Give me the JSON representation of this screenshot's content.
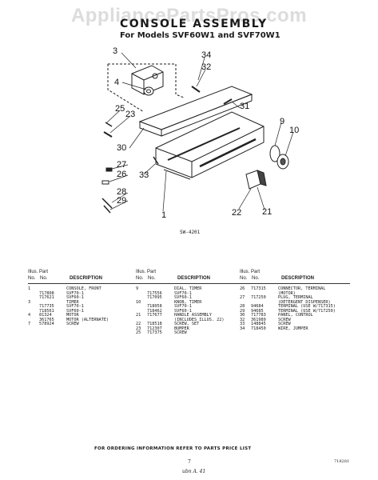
{
  "watermark": "AppliancePartsPros.com",
  "title": "CONSOLE ASSEMBLY",
  "subtitle": "For Models SVF60W1 and SVF70W1",
  "callouts": [
    {
      "id": "c3",
      "label": "3"
    },
    {
      "id": "c4",
      "label": "4"
    },
    {
      "id": "c34",
      "label": "34"
    },
    {
      "id": "c32",
      "label": "32"
    },
    {
      "id": "c25",
      "label": "25"
    },
    {
      "id": "c23",
      "label": "23"
    },
    {
      "id": "c31",
      "label": "31"
    },
    {
      "id": "c30",
      "label": "30"
    },
    {
      "id": "c9",
      "label": "9"
    },
    {
      "id": "c10",
      "label": "10"
    },
    {
      "id": "c27",
      "label": "27"
    },
    {
      "id": "c26",
      "label": "26"
    },
    {
      "id": "c33",
      "label": "33"
    },
    {
      "id": "c28",
      "label": "28"
    },
    {
      "id": "c29",
      "label": "29"
    },
    {
      "id": "c1",
      "label": "1"
    },
    {
      "id": "c22",
      "label": "22"
    },
    {
      "id": "c21",
      "label": "21"
    }
  ],
  "drawing_number": "SW-4201",
  "table_headers": {
    "illus": "Illus.",
    "part": "Part",
    "no1": "No.",
    "no2": "No.",
    "description": "DESCRIPTION"
  },
  "parts_columns": [
    [
      {
        "illus": "1",
        "part": "",
        "desc": "CONSOLE, FRONT"
      },
      {
        "illus": "",
        "part": "717808",
        "desc": "SVF70-1"
      },
      {
        "illus": "",
        "part": "717621",
        "desc": "SVF60-1"
      },
      {
        "illus": "3",
        "part": "",
        "desc": "TIMER"
      },
      {
        "illus": "",
        "part": "717735",
        "desc": "SVF70-1"
      },
      {
        "illus": "",
        "part": "718561",
        "desc": "SVF60-1"
      },
      {
        "illus": "4",
        "part": "81324",
        "desc": "MOTOR"
      },
      {
        "illus": "",
        "part": "361765",
        "desc": "MOTOR (ALTERNATE)"
      },
      {
        "illus": "7",
        "part": "578924",
        "desc": "SCREW"
      }
    ],
    [
      {
        "illus": "9",
        "part": "",
        "desc": "DIAL, TIMER"
      },
      {
        "illus": "",
        "part": "717556",
        "desc": "SVF70-1"
      },
      {
        "illus": "",
        "part": "717095",
        "desc": "SVF60-1"
      },
      {
        "illus": "10",
        "part": "",
        "desc": "KNOB, TIMER"
      },
      {
        "illus": "",
        "part": "718058",
        "desc": "SVF70-1"
      },
      {
        "illus": "",
        "part": "718462",
        "desc": "SVF60-1"
      },
      {
        "illus": "21",
        "part": "717677",
        "desc": "HANDLE ASSEMBLY"
      },
      {
        "illus": "",
        "part": "",
        "desc": "(INCLUDES ILLUS. 22)"
      },
      {
        "illus": "22",
        "part": "718518",
        "desc": "SCREW, SET"
      },
      {
        "illus": "23",
        "part": "712307",
        "desc": "BUMPER"
      },
      {
        "illus": "25",
        "part": "717375",
        "desc": "SCREW"
      }
    ],
    [
      {
        "illus": "26",
        "part": "717315",
        "desc": "CONNECTOR, TERMINAL"
      },
      {
        "illus": "",
        "part": "",
        "desc": "(MOTOR)"
      },
      {
        "illus": "27",
        "part": "717250",
        "desc": "PLUG, TERMINAL"
      },
      {
        "illus": "",
        "part": "",
        "desc": "(DETERGENT DISPENSER)"
      },
      {
        "illus": "28",
        "part": "94684",
        "desc": "TERMINAL (USE W/717315)"
      },
      {
        "illus": "29",
        "part": "94685",
        "desc": "TERMINAL (USE W/717250)"
      },
      {
        "illus": "30",
        "part": "717783",
        "desc": "PANEL, CONTROL"
      },
      {
        "illus": "32",
        "part": "361989",
        "desc": "SCREW"
      },
      {
        "illus": "33",
        "part": "148845",
        "desc": "SCREW"
      },
      {
        "illus": "34",
        "part": "718450",
        "desc": "WIRE, JUMPER"
      }
    ]
  ],
  "footer": "FOR ORDERING INFORMATION REFER TO PARTS PRICE LIST",
  "page_number": "7",
  "publication_number": "718281",
  "handwritten_note": "ubn A. 41"
}
